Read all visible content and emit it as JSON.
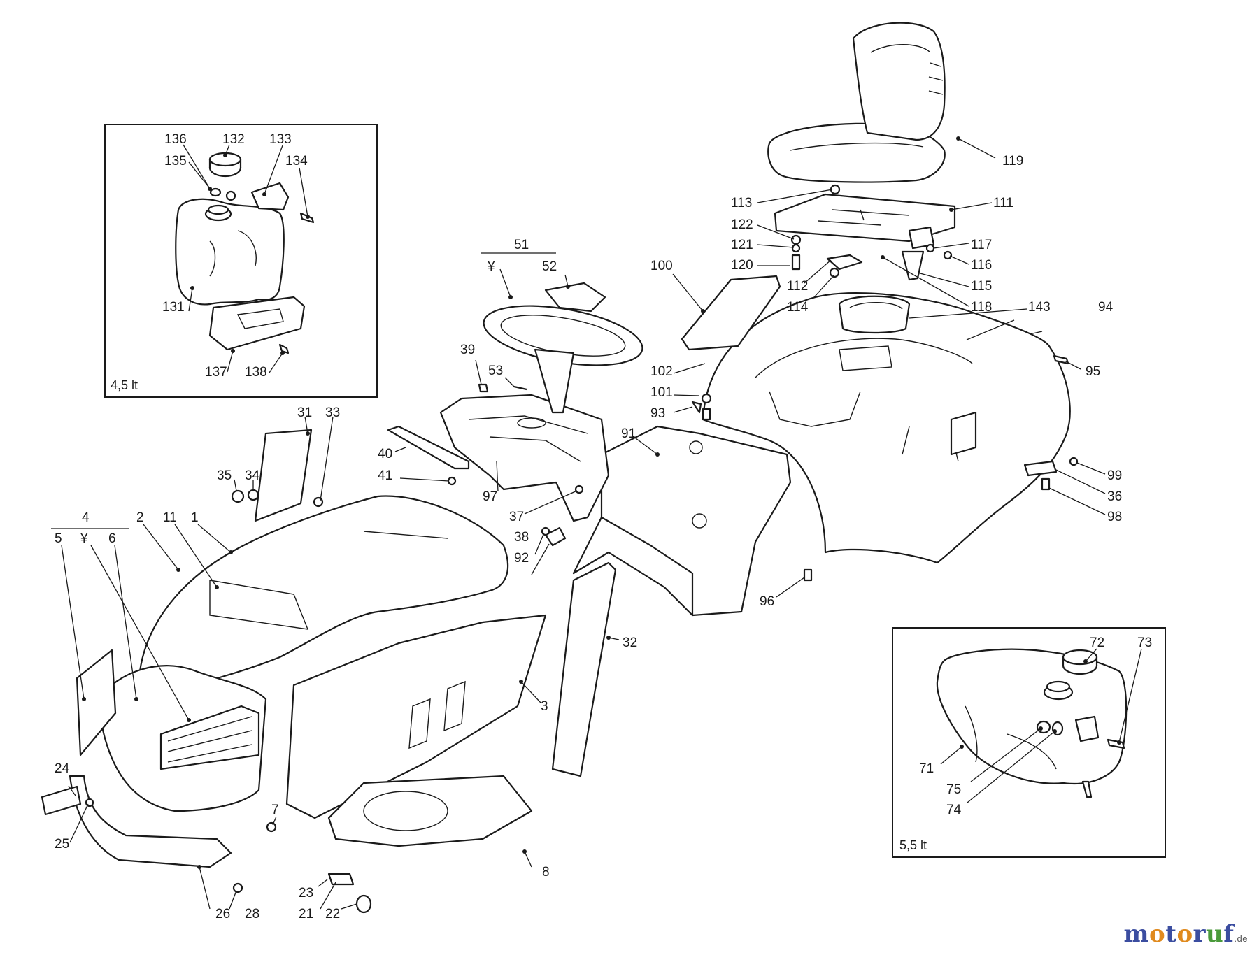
{
  "insets": [
    {
      "id": "inset-4-5",
      "caption": "4,5 lt"
    },
    {
      "id": "inset-5-5",
      "caption": "5,5 lt"
    }
  ],
  "symbols": {
    "yen": "¥"
  },
  "brand": {
    "parts": [
      {
        "text": "m",
        "color": "#3b4da0"
      },
      {
        "text": "o",
        "color": "#e08a1e"
      },
      {
        "text": "t",
        "color": "#3b4da0"
      },
      {
        "text": "o",
        "color": "#e08a1e"
      },
      {
        "text": "r",
        "color": "#3b4da0"
      },
      {
        "text": "u",
        "color": "#4a9a3a"
      },
      {
        "text": "f",
        "color": "#3b4da0"
      }
    ],
    "suffix": ".de"
  },
  "labels": [
    {
      "text": "136",
      "name": "label-136"
    },
    {
      "text": "132",
      "name": "label-132"
    },
    {
      "text": "133",
      "name": "label-133"
    },
    {
      "text": "135",
      "name": "label-135"
    },
    {
      "text": "134",
      "name": "label-134"
    },
    {
      "text": "131",
      "name": "label-131"
    },
    {
      "text": "137",
      "name": "label-137"
    },
    {
      "text": "138",
      "name": "label-138"
    },
    {
      "text": "119",
      "name": "label-119"
    },
    {
      "text": "113",
      "name": "label-113"
    },
    {
      "text": "111",
      "name": "label-111"
    },
    {
      "text": "122",
      "name": "label-122"
    },
    {
      "text": "121",
      "name": "label-121"
    },
    {
      "text": "117",
      "name": "label-117"
    },
    {
      "text": "120",
      "name": "label-120"
    },
    {
      "text": "116",
      "name": "label-116"
    },
    {
      "text": "112",
      "name": "label-112"
    },
    {
      "text": "115",
      "name": "label-115"
    },
    {
      "text": "114",
      "name": "label-114"
    },
    {
      "text": "118",
      "name": "label-118"
    },
    {
      "text": "143",
      "name": "label-143"
    },
    {
      "text": "94",
      "name": "label-94"
    },
    {
      "text": "100",
      "name": "label-100"
    },
    {
      "text": "51",
      "name": "label-51"
    },
    {
      "text": "52",
      "name": "label-52"
    },
    {
      "text": "102",
      "name": "label-102"
    },
    {
      "text": "95",
      "name": "label-95"
    },
    {
      "text": "101",
      "name": "label-101"
    },
    {
      "text": "39",
      "name": "label-39"
    },
    {
      "text": "53",
      "name": "label-53"
    },
    {
      "text": "93",
      "name": "label-93"
    },
    {
      "text": "31",
      "name": "label-31"
    },
    {
      "text": "33",
      "name": "label-33"
    },
    {
      "text": "91",
      "name": "label-91"
    },
    {
      "text": "40",
      "name": "label-40"
    },
    {
      "text": "35",
      "name": "label-35"
    },
    {
      "text": "34",
      "name": "label-34"
    },
    {
      "text": "41",
      "name": "label-41"
    },
    {
      "text": "99",
      "name": "label-99"
    },
    {
      "text": "97",
      "name": "label-97"
    },
    {
      "text": "36",
      "name": "label-36"
    },
    {
      "text": "98",
      "name": "label-98"
    },
    {
      "text": "37",
      "name": "label-37"
    },
    {
      "text": "4",
      "name": "label-4"
    },
    {
      "text": "2",
      "name": "label-2"
    },
    {
      "text": "11",
      "name": "label-11"
    },
    {
      "text": "1",
      "name": "label-1"
    },
    {
      "text": "5",
      "name": "label-5"
    },
    {
      "text": "6",
      "name": "label-6"
    },
    {
      "text": "38",
      "name": "label-38"
    },
    {
      "text": "92",
      "name": "label-92"
    },
    {
      "text": "96",
      "name": "label-96"
    },
    {
      "text": "32",
      "name": "label-32"
    },
    {
      "text": "72",
      "name": "label-72"
    },
    {
      "text": "73",
      "name": "label-73"
    },
    {
      "text": "3",
      "name": "label-3"
    },
    {
      "text": "71",
      "name": "label-71"
    },
    {
      "text": "75",
      "name": "label-75"
    },
    {
      "text": "74",
      "name": "label-74"
    },
    {
      "text": "24",
      "name": "label-24"
    },
    {
      "text": "7",
      "name": "label-7"
    },
    {
      "text": "25",
      "name": "label-25"
    },
    {
      "text": "8",
      "name": "label-8"
    },
    {
      "text": "23",
      "name": "label-23"
    },
    {
      "text": "26",
      "name": "label-26"
    },
    {
      "text": "28",
      "name": "label-28"
    },
    {
      "text": "21",
      "name": "label-21"
    },
    {
      "text": "22",
      "name": "label-22"
    }
  ]
}
